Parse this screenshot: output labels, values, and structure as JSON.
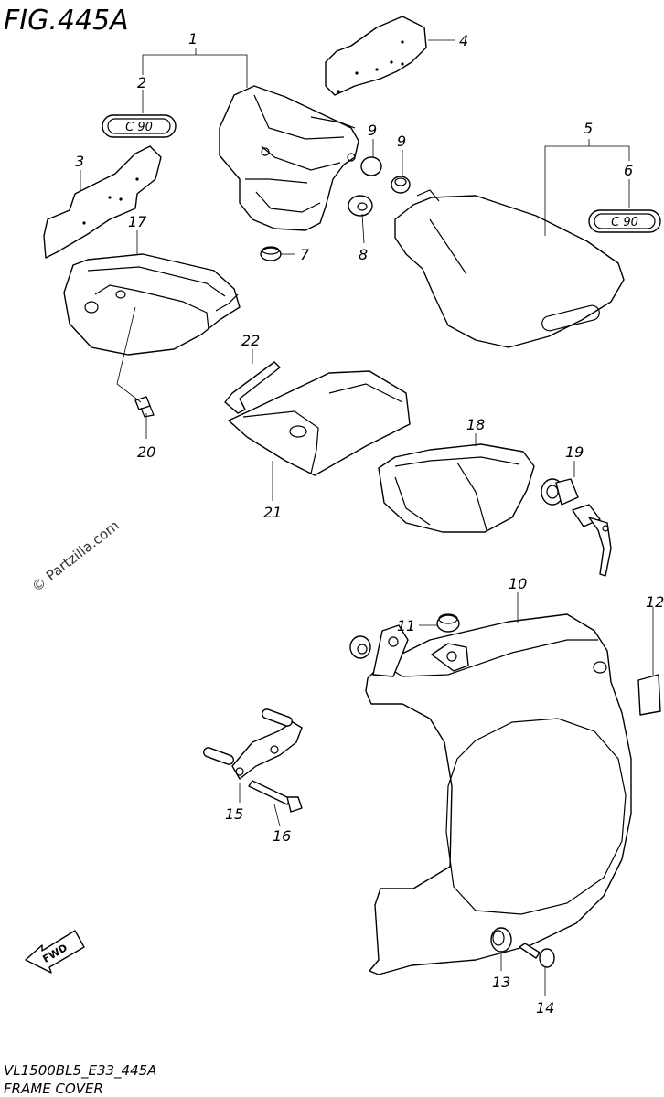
{
  "figure": {
    "title": "FIG.445A",
    "model_code": "VL1500BL5_E33_445A",
    "caption": "FRAME COVER"
  },
  "watermark": "© Partzilla.com",
  "emblem_text": "C 90",
  "fwd_label": "FWD",
  "callouts": [
    "1",
    "2",
    "3",
    "4",
    "5",
    "6",
    "7",
    "8",
    "9",
    "9",
    "10",
    "11",
    "12",
    "13",
    "14",
    "15",
    "16",
    "17",
    "18",
    "19",
    "20",
    "21",
    "22"
  ]
}
